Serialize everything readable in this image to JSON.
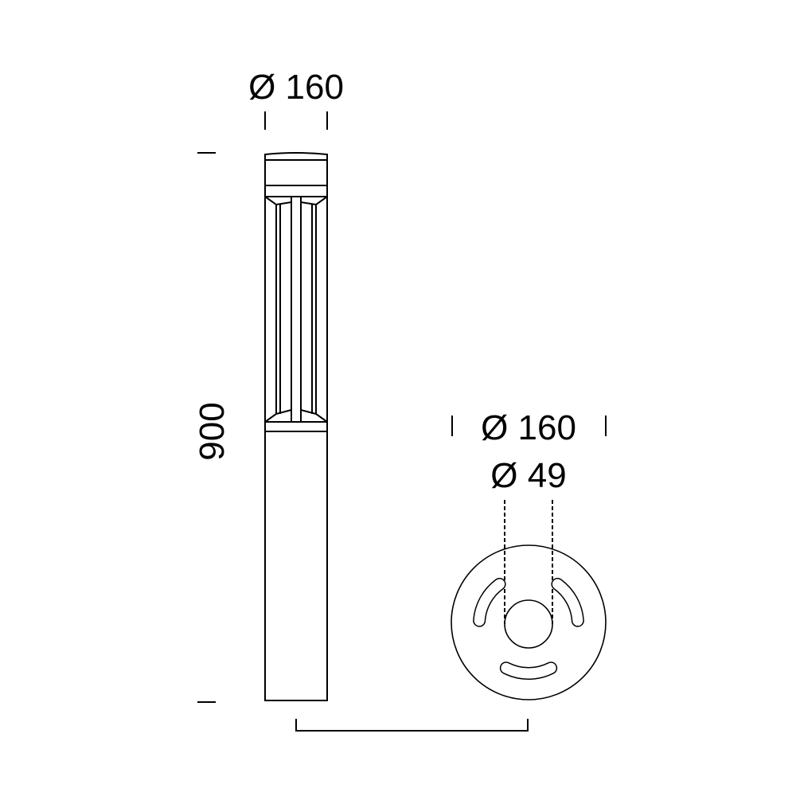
{
  "dimensions": {
    "pole_diameter": "Ø 160",
    "height": "900",
    "base_diameter": "Ø 160",
    "hole_diameter": "Ø 49"
  },
  "colors": {
    "line": "#000000",
    "background": "#ffffff"
  }
}
